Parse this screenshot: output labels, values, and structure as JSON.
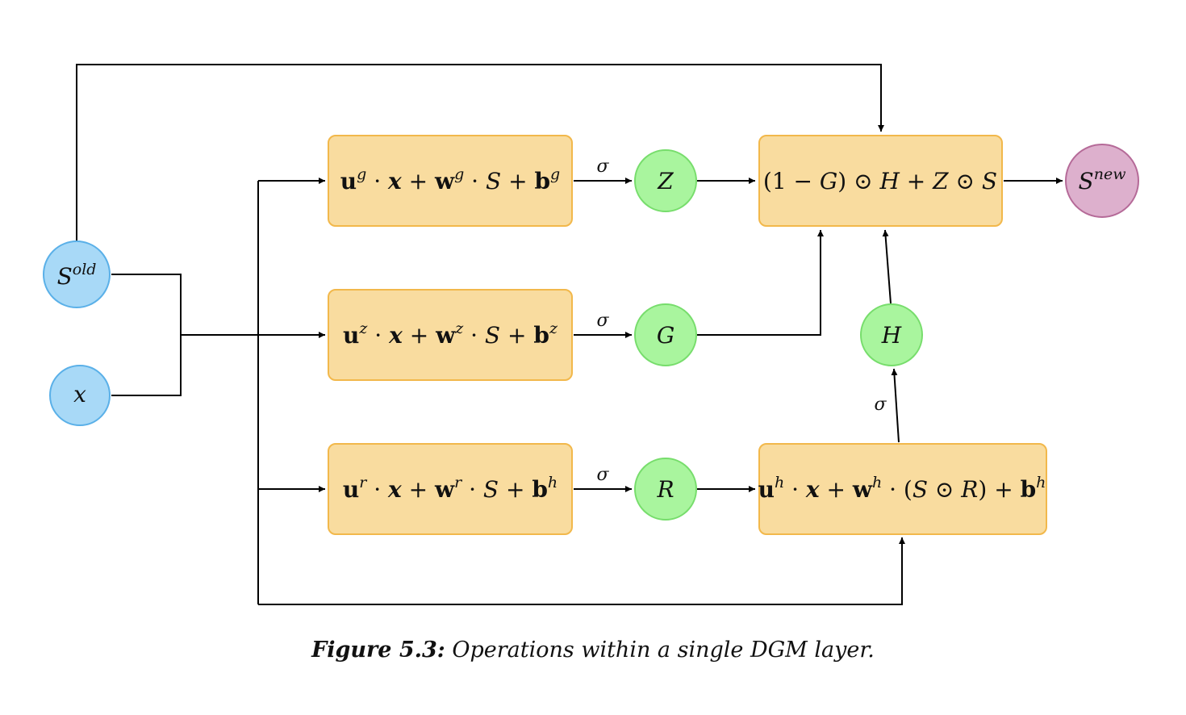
{
  "diagram": {
    "nodes": {
      "s_old": {
        "base": "S",
        "sup": "old"
      },
      "x": {
        "base": "x"
      },
      "z": {
        "label": "Z"
      },
      "g": {
        "label": "G"
      },
      "r": {
        "label": "R"
      },
      "h": {
        "label": "H"
      },
      "s_new": {
        "base": "S",
        "sup": "new"
      }
    },
    "boxes": {
      "gate_g": "u^g · x + w^g · S + b^g",
      "gate_z": "u^z · x + w^z · S + b^z",
      "gate_r": "u^r · x + w^r · S + b^h",
      "gate_h": "u^h · x + w^h · (S ⊙ R) + b^h",
      "update": "(1 − G) ⊙ H + Z ⊙ S"
    },
    "edge_label": "σ"
  },
  "caption": {
    "label": "Figure 5.3:",
    "text": "Operations within a single DGM layer."
  },
  "colors": {
    "box_fill": "#f9dc9f",
    "box_border": "#f2b84b",
    "input_node": "#a8d9f7",
    "gate_node": "#a9f59e",
    "output_node": "#ddb0cd"
  }
}
